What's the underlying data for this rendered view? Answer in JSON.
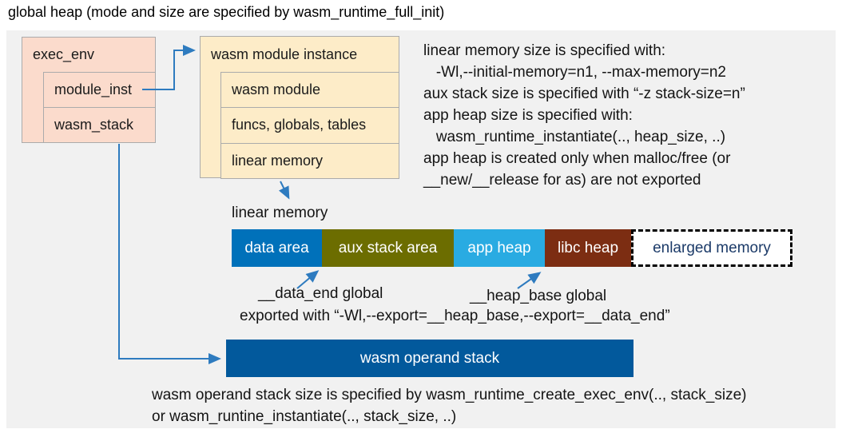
{
  "title": "global heap (mode and size are specified by wasm_runtime_full_init)",
  "exec_env": {
    "title": "exec_env",
    "rows": [
      {
        "label": "module_inst"
      },
      {
        "label": "wasm_stack"
      }
    ]
  },
  "module_instance": {
    "title": "wasm module instance",
    "rows": [
      {
        "label": "wasm module"
      },
      {
        "label": "funcs, globals, tables"
      },
      {
        "label": "linear memory"
      }
    ]
  },
  "notes_right": {
    "lines": [
      "linear memory size is specified with:",
      "   -Wl,--initial-memory=n1, --max-memory=n2",
      "aux stack size is specified with “-z stack-size=n”",
      "app heap size is specified with:",
      "   wasm_runtime_instantiate(.., heap_size, ..)",
      "app heap is created only when malloc/free (or",
      "__new/__release for as) are not exported"
    ]
  },
  "linear_memory": {
    "label": "linear memory",
    "segments": [
      {
        "label": "data area",
        "color": "#0071ba",
        "text_color": "#ffffff"
      },
      {
        "label": "aux stack area",
        "color": "#6c6d00",
        "text_color": "#ffffff"
      },
      {
        "label": "app heap",
        "color": "#29abe2",
        "text_color": "#ffffff"
      },
      {
        "label": "libc heap",
        "color": "#7c2d12",
        "text_color": "#ffffff"
      },
      {
        "label": "enlarged memory",
        "color": "#ffffff",
        "text_color": "#1b3a68",
        "dashed": true
      }
    ]
  },
  "annotations": {
    "data_end": "__data_end global",
    "heap_base": "__heap_base global",
    "exported": "exported with “-Wl,--export=__heap_base,--export=__data_end”"
  },
  "operand_stack": {
    "label": "wasm operand stack",
    "color": "#02599c"
  },
  "footer": {
    "lines": [
      "wasm operand stack size is specified by wasm_runtime_create_exec_env(.., stack_size)",
      "or wasm_runtine_instantiate(.., stack_size, ..)"
    ]
  },
  "colors": {
    "panel_bg": "#f1f1f1",
    "exec_env_fill": "#fbdbcc",
    "module_instance_fill": "#fdecc8",
    "box_border": "#ababab",
    "arrow_blue": "#2e7bbf",
    "enlarged_border": "#000000"
  }
}
